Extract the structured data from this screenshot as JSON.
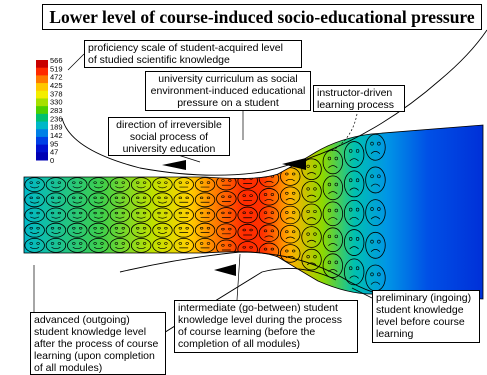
{
  "title": "Lower level of course-induced socio-educational pressure",
  "color_scale": {
    "ticks": [
      "566",
      "519",
      "472",
      "425",
      "378",
      "330",
      "283",
      "236",
      "189",
      "142",
      "95",
      "47",
      "0"
    ],
    "colors": [
      "#c80000",
      "#ff2a00",
      "#ff7a00",
      "#ffc800",
      "#f4ee00",
      "#a6e000",
      "#4cd000",
      "#00c070",
      "#00b8c8",
      "#0080e6",
      "#0040e6",
      "#0010d0",
      "#0000b4"
    ]
  },
  "callouts": {
    "proficiency": "proficiency scale of student-acquired level\nof studied scientific knowledge",
    "curriculum": "university curriculum as social\nenvironment-induced educational\npressure on a student",
    "instructor": "instructor-driven\nlearning process",
    "direction": "direction of irreversible\nsocial process of\nuniversity education",
    "advanced": "advanced (outgoing)\nstudent knowledge level\nafter the process of course\nlearning (upon completion\nof all modules)",
    "intermediate": "intermediate (go-between) student\nknowledge level during the process\nof course learning (before the\ncompletion of all modules)",
    "preliminary": "preliminary (ingoing)\nstudent knowledge\nlevel before course\nlearning"
  },
  "faces": {
    "columns": 17,
    "rows": 5,
    "expressions": [
      "happy",
      "happy",
      "happy",
      "happy",
      "happy",
      "happy",
      "happy",
      "neutral",
      "neutral",
      "neutral",
      "neutral",
      "sad",
      "sad",
      "sad",
      "sad",
      "sad",
      "sad"
    ]
  }
}
